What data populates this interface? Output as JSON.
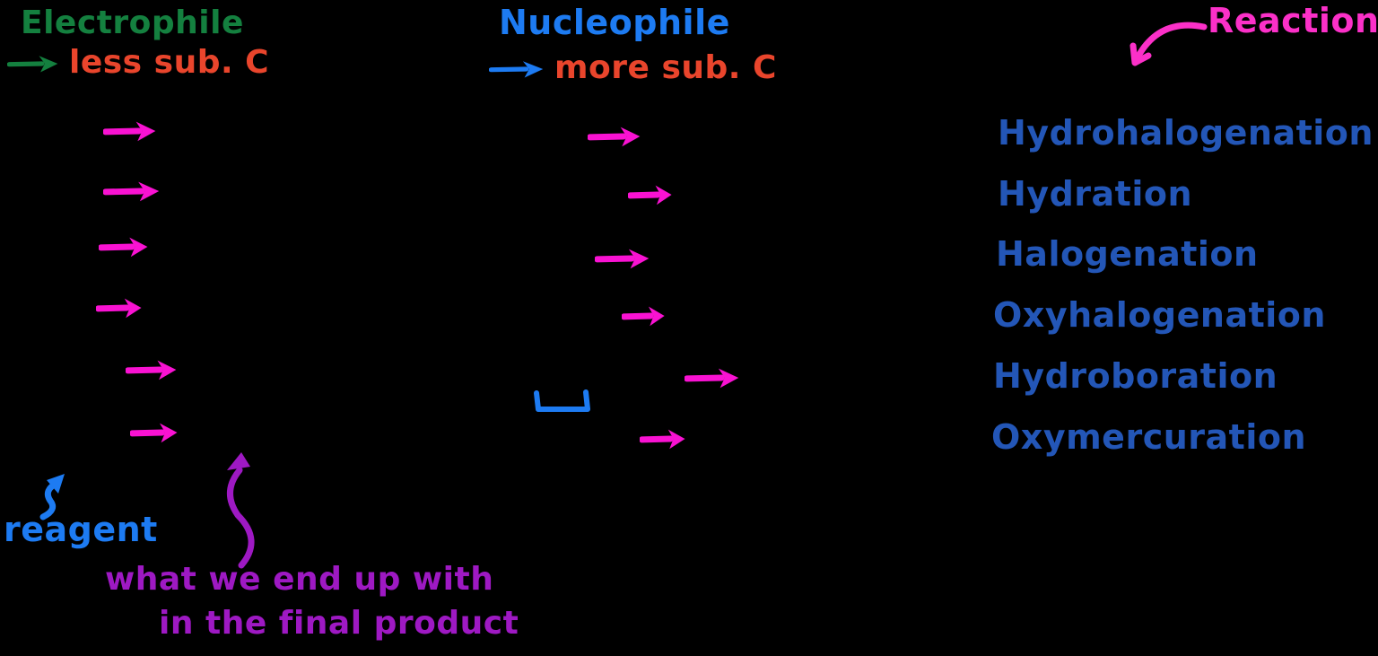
{
  "header": {
    "electrophile": {
      "title": "Electrophile",
      "subtitle": "less sub. C"
    },
    "nucleophile": {
      "title": "Nucleophile",
      "subtitle": "more sub. C"
    },
    "reaction": {
      "title": "Reaction"
    }
  },
  "reactions": [
    "Hydrohalogenation",
    "Hydration",
    "Halogenation",
    "Oxyhalogenation",
    "Hydroboration",
    "Oxymercuration"
  ],
  "annotations": {
    "reagent": "reagent",
    "final_product_line1": "what we end up with",
    "final_product_line2": "in the final product"
  },
  "colors": {
    "background": "#000000",
    "electrophile_green": "#14803f",
    "substituent_red": "#e9452c",
    "nucleophile_blue": "#1d7bf2",
    "arrow_magenta": "#f912d2",
    "reaction_pink": "#fb30c8",
    "reaction_list_blue": "#2356b7",
    "product_purple": "#9e19c3",
    "bracket_blue": "#1d7bf2"
  }
}
